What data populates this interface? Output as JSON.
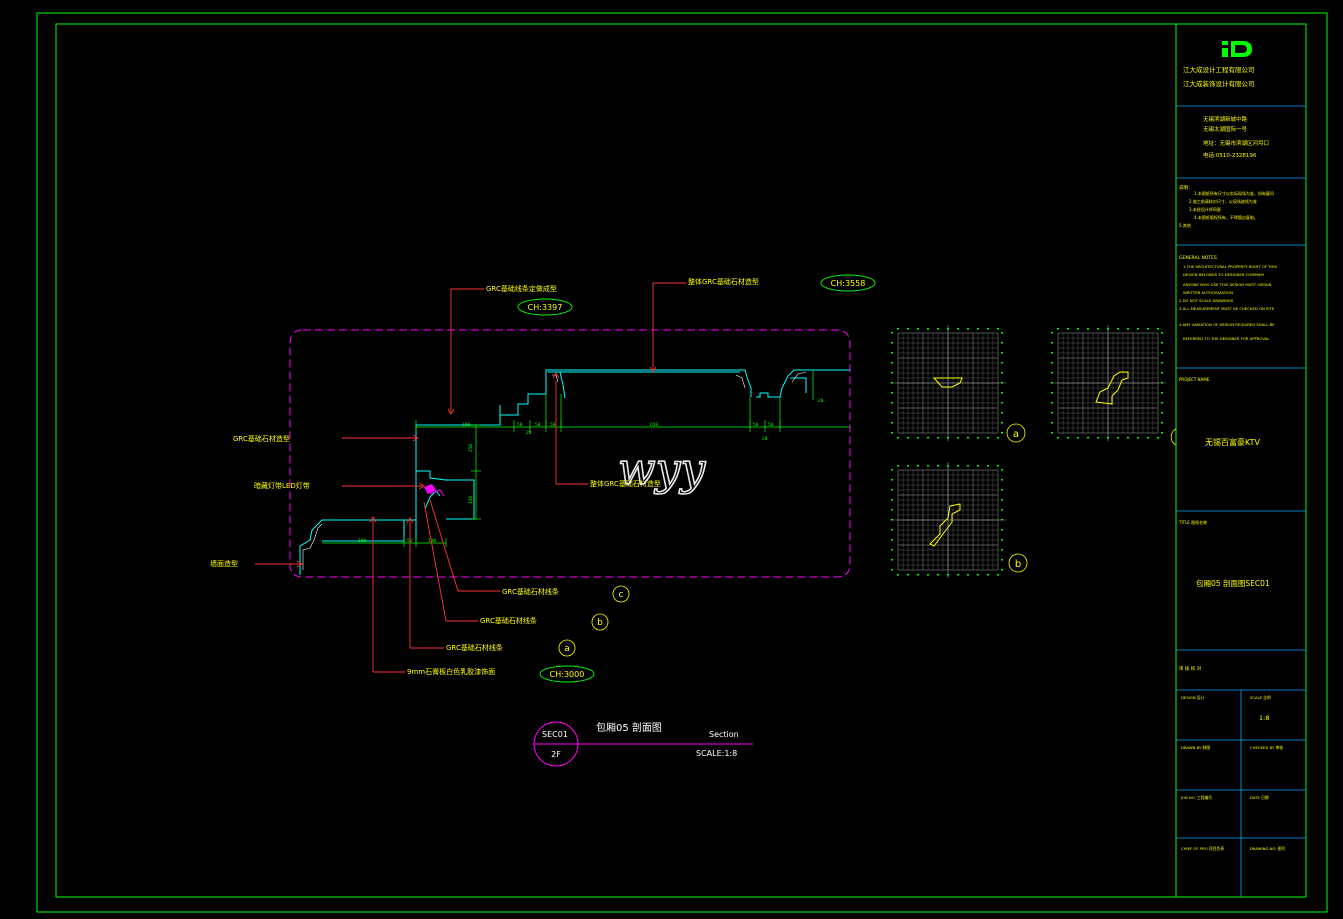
{
  "title_block": {
    "company_line1": "江大成设计工程有限公司",
    "company_line2": "江大成装饰设计有限公司",
    "address_lines": [
      "无锡滨湖新城中路",
      "无锡太湖国际一号",
      "地址：无锡市滨湖区河埒口",
      "电话:0510-2328196"
    ],
    "notes_cn_label": "说明：",
    "notes_cn_lines": [
      "1.本图纸所有尺寸以实际现场为准，如有疑问",
      "2.施工前请核对尺寸，以现场放线为准",
      "3.未经设计师同意",
      "4.本图纸版权所有，不得擅自复制。",
      "5.其他"
    ],
    "general_notes_label": "GENERAL NOTES",
    "general_notes_lines": [
      "1.THE ARCHITECTURAL PROPERTY RIGHT OF THIS",
      "DESIGN BELONGS TO DESIGNER COMPANY",
      "ANYONE WHO USE THIS DESIGN MUST OBTAIN",
      "WRITTEN AUTHORIZATION",
      "2.DO NOT SCALE DRAWINGS",
      "3.ALL MEASUREMENT MUST BE CHECKED ON SITE",
      "4.ANY VARIATION OF DESIGN REQUIRED SHALL BE",
      "REFERRED TO THE DESIGNER FOR APPROVAL"
    ],
    "project_name_label": "PROJECT NAME",
    "project_name": "无锡百富豪KTV",
    "title_label": "TITLE 图纸名称",
    "drawing_title": "包厢05 剖面图SEC01",
    "sign_row": "审  核  校  对",
    "design_label": "DESIGN 设计",
    "scale_label": "SCALE 比例",
    "scale_value": "1:8",
    "drawn_label": "DRAWN BY 制图",
    "checked_label": "CHECKED BY 审核",
    "job_label": "JOB NO. 工程编号",
    "date_label": "DATE 日期",
    "chief_label": "CHIEF OF PRO 项目负责",
    "drawing_no_label": "DRAWING NO. 图号"
  },
  "section": {
    "ceiling_heights": [
      "CH:3397",
      "CH:3558",
      "CH:3000"
    ],
    "labels": {
      "grc_model_1": "GRC基础线条定做成型",
      "grc_model_2": "整体GRC基础石材造型",
      "grc_model_3": "整体GRC基础石材造型",
      "grc_left": "GRC基础石材造型",
      "led": "暗藏灯带LED灯带",
      "wall_line": "墙面造型",
      "grc_line_c": "GRC基础石材线条",
      "grc_line_b": "GRC基础石材线条",
      "grc_line_a": "GRC基础石材线条",
      "gypsum": "9mm石膏板白色乳胶漆饰面"
    },
    "dimensions": [
      "160",
      "50",
      "50",
      "50",
      "650",
      "50",
      "50",
      "300",
      "50",
      "100",
      "250",
      "150",
      "20",
      "20",
      "20"
    ],
    "callouts": [
      "a",
      "b",
      "c"
    ],
    "watermark": "wyy"
  },
  "section_title": {
    "code": "SEC01",
    "floor": "2F",
    "name": "包厢05 剖面图",
    "section_word": "Section",
    "scale": "SCALE:1:8"
  },
  "detail_labels": [
    "a",
    "b",
    "c"
  ],
  "colors": {
    "background": "#000000",
    "frame": "#00ff00",
    "cyan": "#00ffff",
    "red": "#ff3333",
    "magenta": "#ff00ff",
    "yellow": "#ffff00",
    "grid": "#808080",
    "white": "#ffffff"
  }
}
